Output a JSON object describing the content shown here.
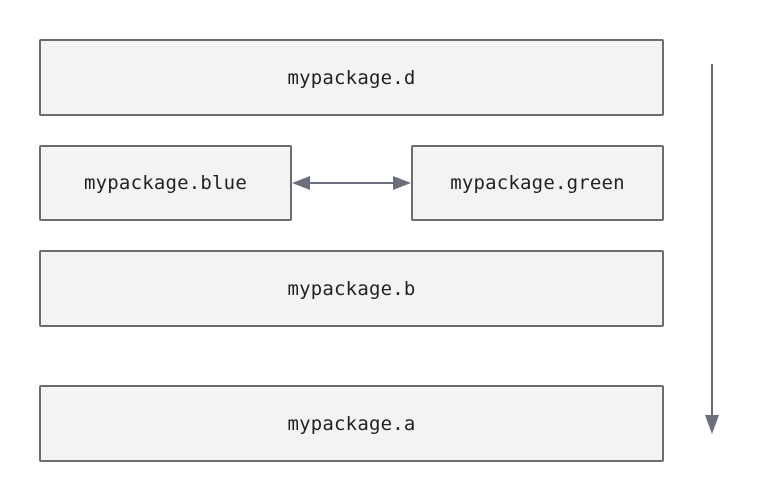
{
  "nodes": {
    "d": "mypackage.d",
    "blue": "mypackage.blue",
    "green": "mypackage.green",
    "b": "mypackage.b",
    "a": "mypackage.a"
  },
  "edges": [
    {
      "from": "blue",
      "to": "green",
      "direction": "both"
    }
  ],
  "order_arrow": {
    "direction": "down"
  },
  "colors": {
    "box_fill": "#f3f3f3",
    "box_border": "#6b6d72",
    "arrow": "#6b6f7b",
    "text": "#222222"
  }
}
